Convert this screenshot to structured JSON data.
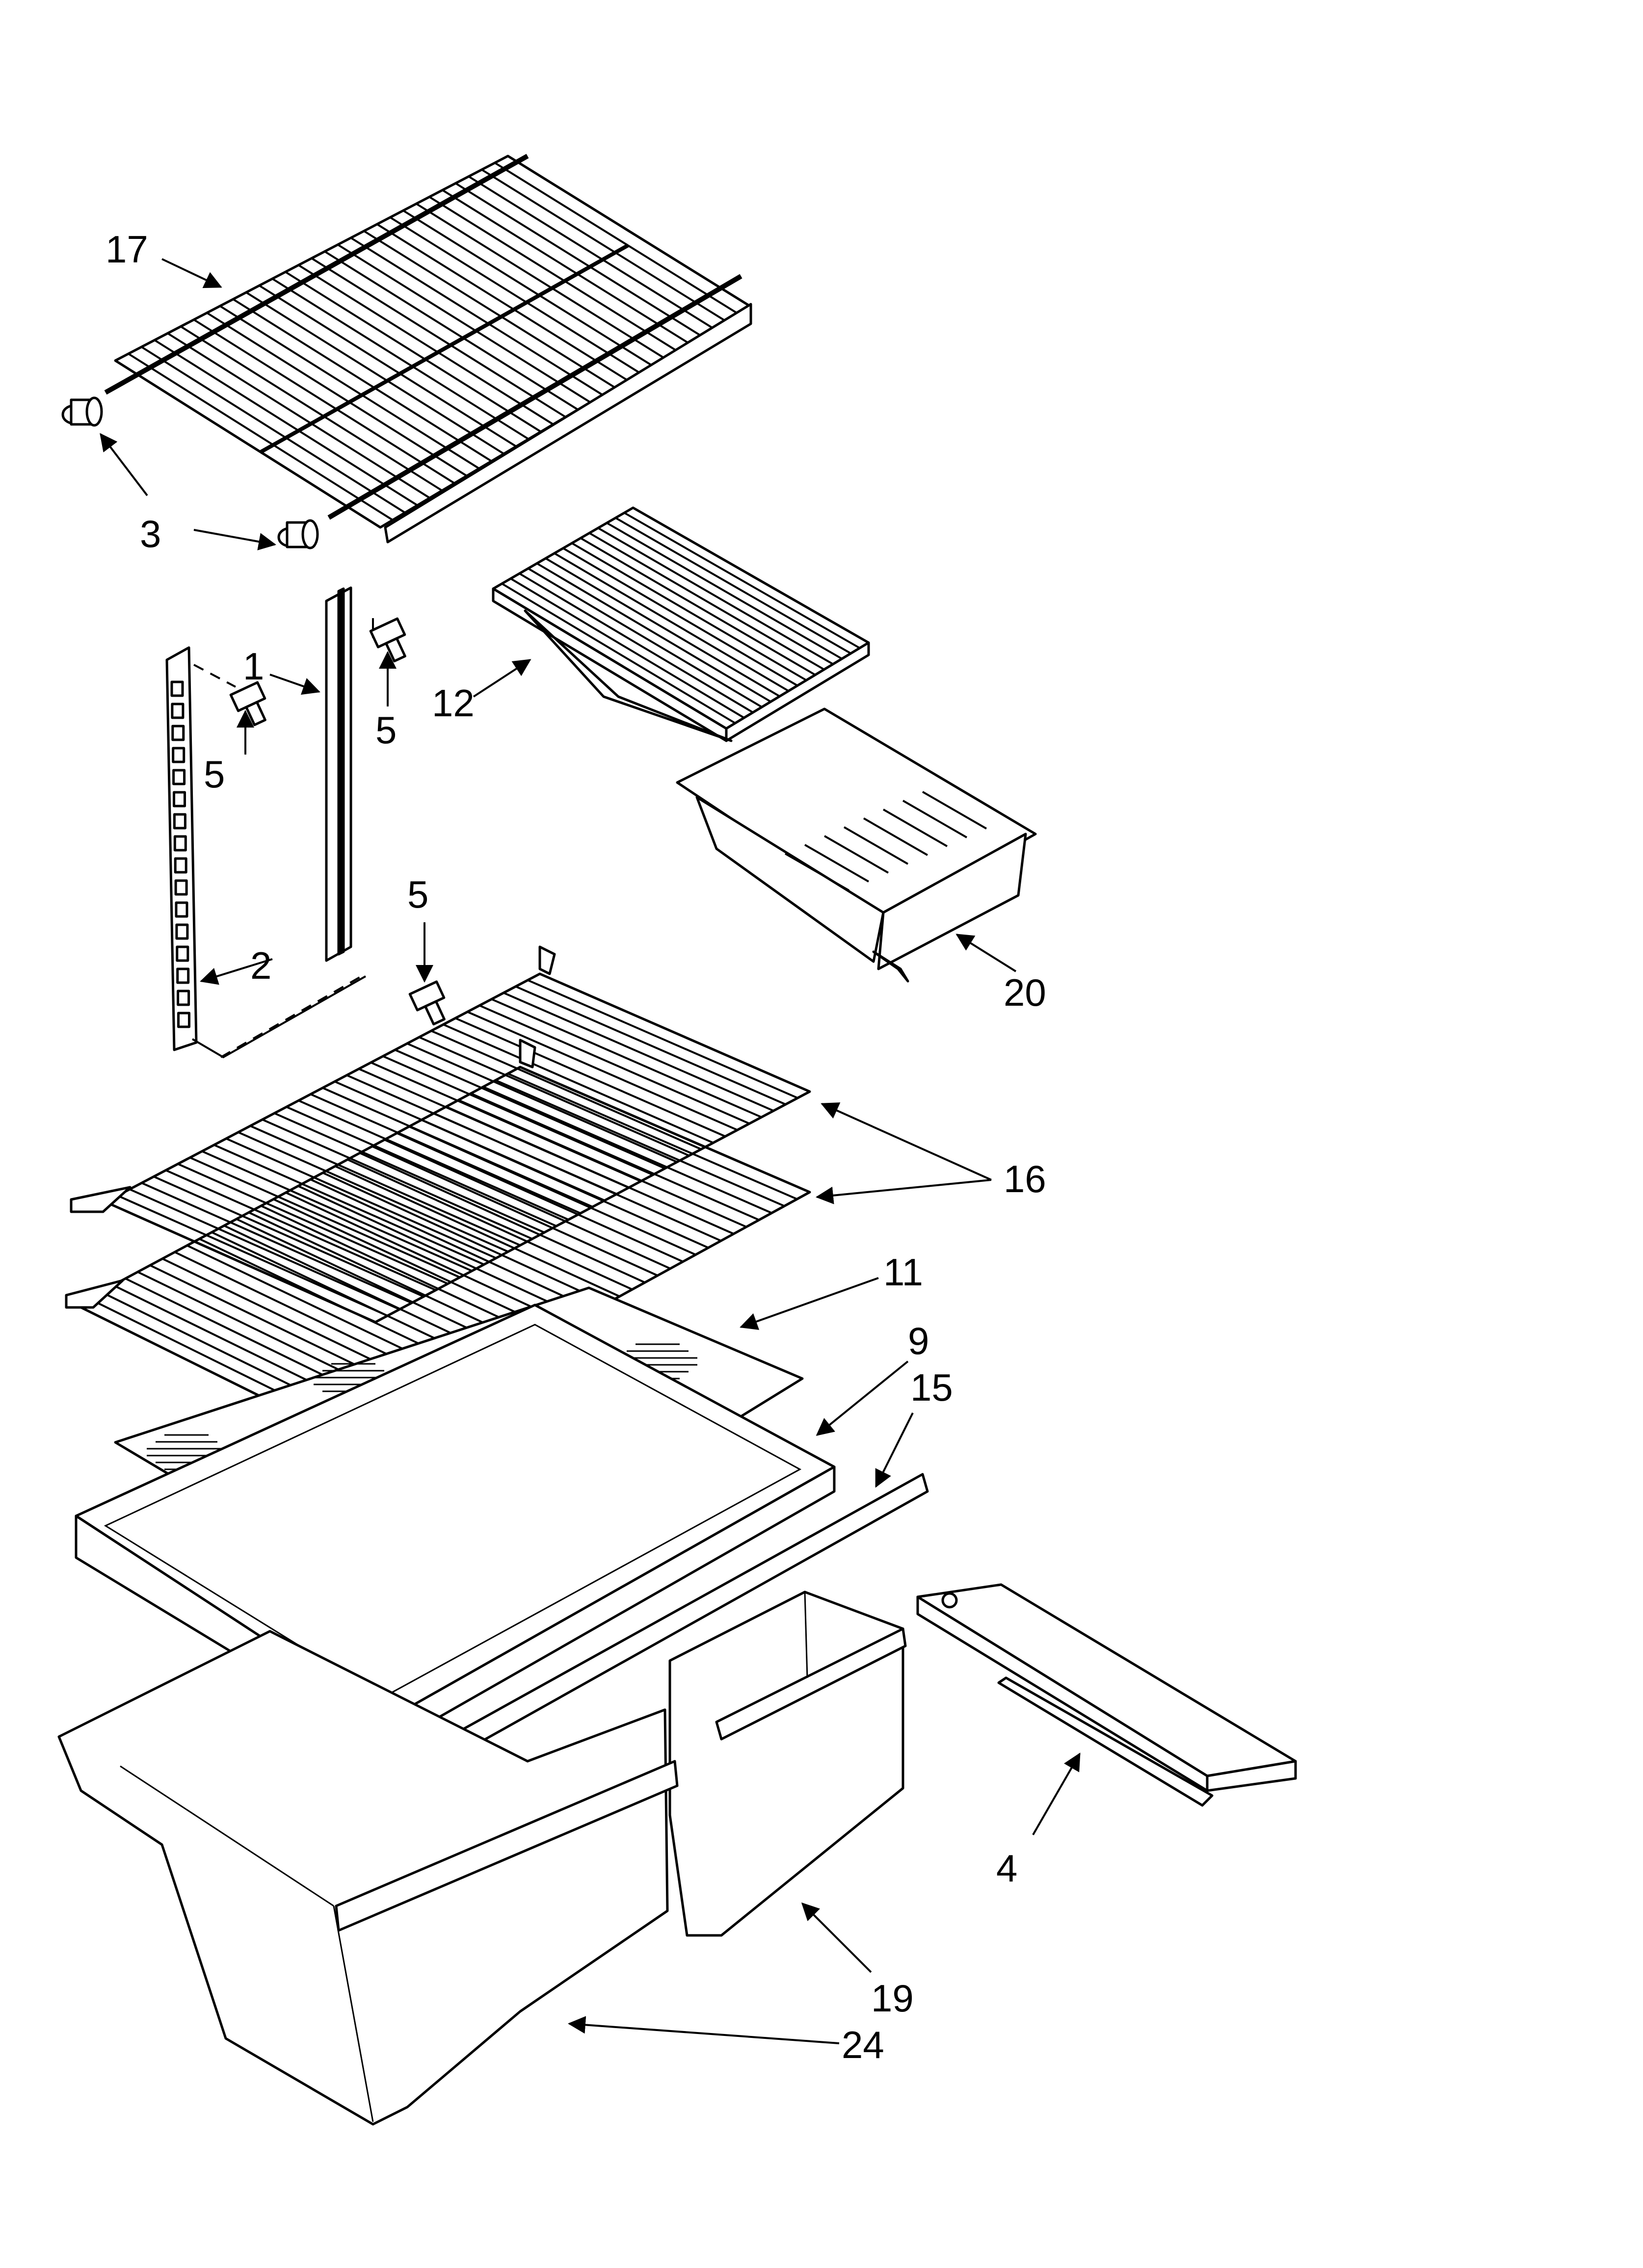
{
  "diagram": {
    "callouts": {
      "c1": "1",
      "c2": "2",
      "c3": "3",
      "c4": "4",
      "c5a": "5",
      "c5b": "5",
      "c5c": "5",
      "c9": "9",
      "c11": "11",
      "c12": "12",
      "c15": "15",
      "c16": "16",
      "c17": "17",
      "c19": "19",
      "c20": "20",
      "c24": "24"
    }
  }
}
